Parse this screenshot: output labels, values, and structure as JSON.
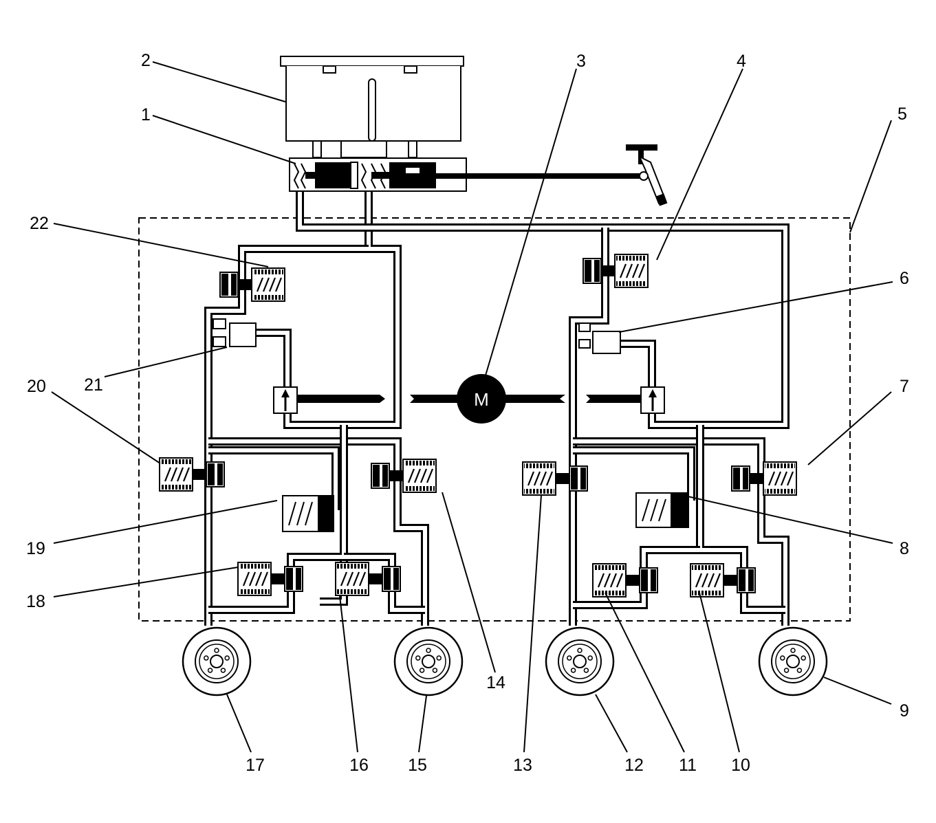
{
  "motor": {
    "label": "M"
  },
  "callouts": [
    {
      "id": "1",
      "text": "1"
    },
    {
      "id": "2",
      "text": "2"
    },
    {
      "id": "3",
      "text": "3"
    },
    {
      "id": "4",
      "text": "4"
    },
    {
      "id": "5",
      "text": "5"
    },
    {
      "id": "6",
      "text": "6"
    },
    {
      "id": "7",
      "text": "7"
    },
    {
      "id": "8",
      "text": "8"
    },
    {
      "id": "9",
      "text": "9"
    },
    {
      "id": "10",
      "text": "10"
    },
    {
      "id": "11",
      "text": "11"
    },
    {
      "id": "12",
      "text": "12"
    },
    {
      "id": "13",
      "text": "13"
    },
    {
      "id": "14",
      "text": "14"
    },
    {
      "id": "15",
      "text": "15"
    },
    {
      "id": "16",
      "text": "16"
    },
    {
      "id": "17",
      "text": "17"
    },
    {
      "id": "18",
      "text": "18"
    },
    {
      "id": "19",
      "text": "19"
    },
    {
      "id": "20",
      "text": "20"
    },
    {
      "id": "21",
      "text": "21"
    },
    {
      "id": "22",
      "text": "22"
    }
  ]
}
